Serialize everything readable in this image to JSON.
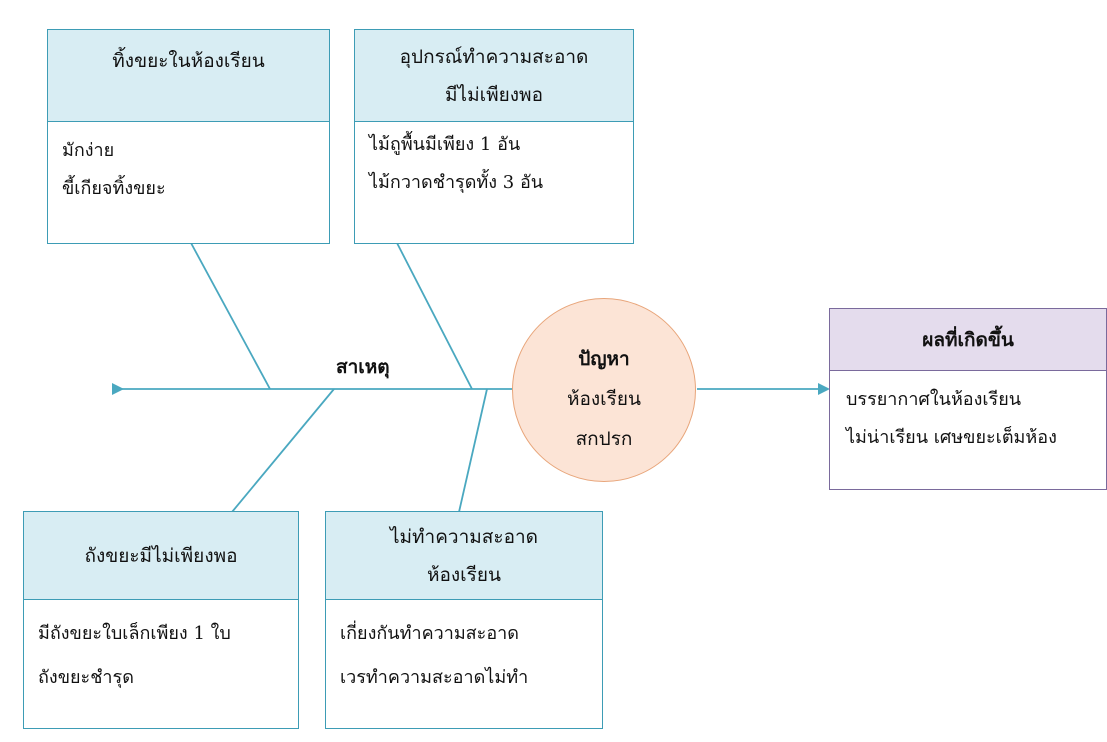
{
  "causes": {
    "top_left": {
      "title": "ทิ้งขยะในห้องเรียน",
      "items": [
        "มักง่าย",
        "ขี้เกียจทิ้งขยะ"
      ]
    },
    "top_right": {
      "title_lines": [
        "อุปกรณ์ทำความสะอาด",
        "มีไม่เพียงพอ"
      ],
      "items": [
        "ไม้ถูพื้นมีเพียง 1 อัน",
        "ไม้กวาดชำรุดทั้ง 3 อัน"
      ]
    },
    "bottom_left": {
      "title": "ถังขยะมีไม่เพียงพอ",
      "items": [
        "มีถังขยะใบเล็กเพียง 1 ใบ",
        "ถังขยะชำรุด"
      ]
    },
    "bottom_right": {
      "title_lines": [
        "ไม่ทำความสะอาด",
        "ห้องเรียน"
      ],
      "items": [
        "เกี่ยงกันทำความสะอาด",
        "เวรทำความสะอาดไม่ทำ"
      ]
    }
  },
  "spine_label": "สาเหตุ",
  "problem": {
    "title": "ปัญหา",
    "lines": [
      "ห้องเรียน",
      "สกปรก"
    ]
  },
  "effect": {
    "title": "ผลที่เกิดขึ้น",
    "items": [
      "บรรยากาศในห้องเรียน",
      "ไม่น่าเรียน เศษขยะเต็มห้อง"
    ]
  },
  "colors": {
    "line": "#4aa8c0",
    "box_border": "#3d9cb5",
    "box_header": "#d8edf3",
    "problem_fill": "#fce4d6",
    "problem_border": "#e8a57a",
    "effect_header": "#e4dced",
    "effect_border": "#7a6a9c"
  }
}
